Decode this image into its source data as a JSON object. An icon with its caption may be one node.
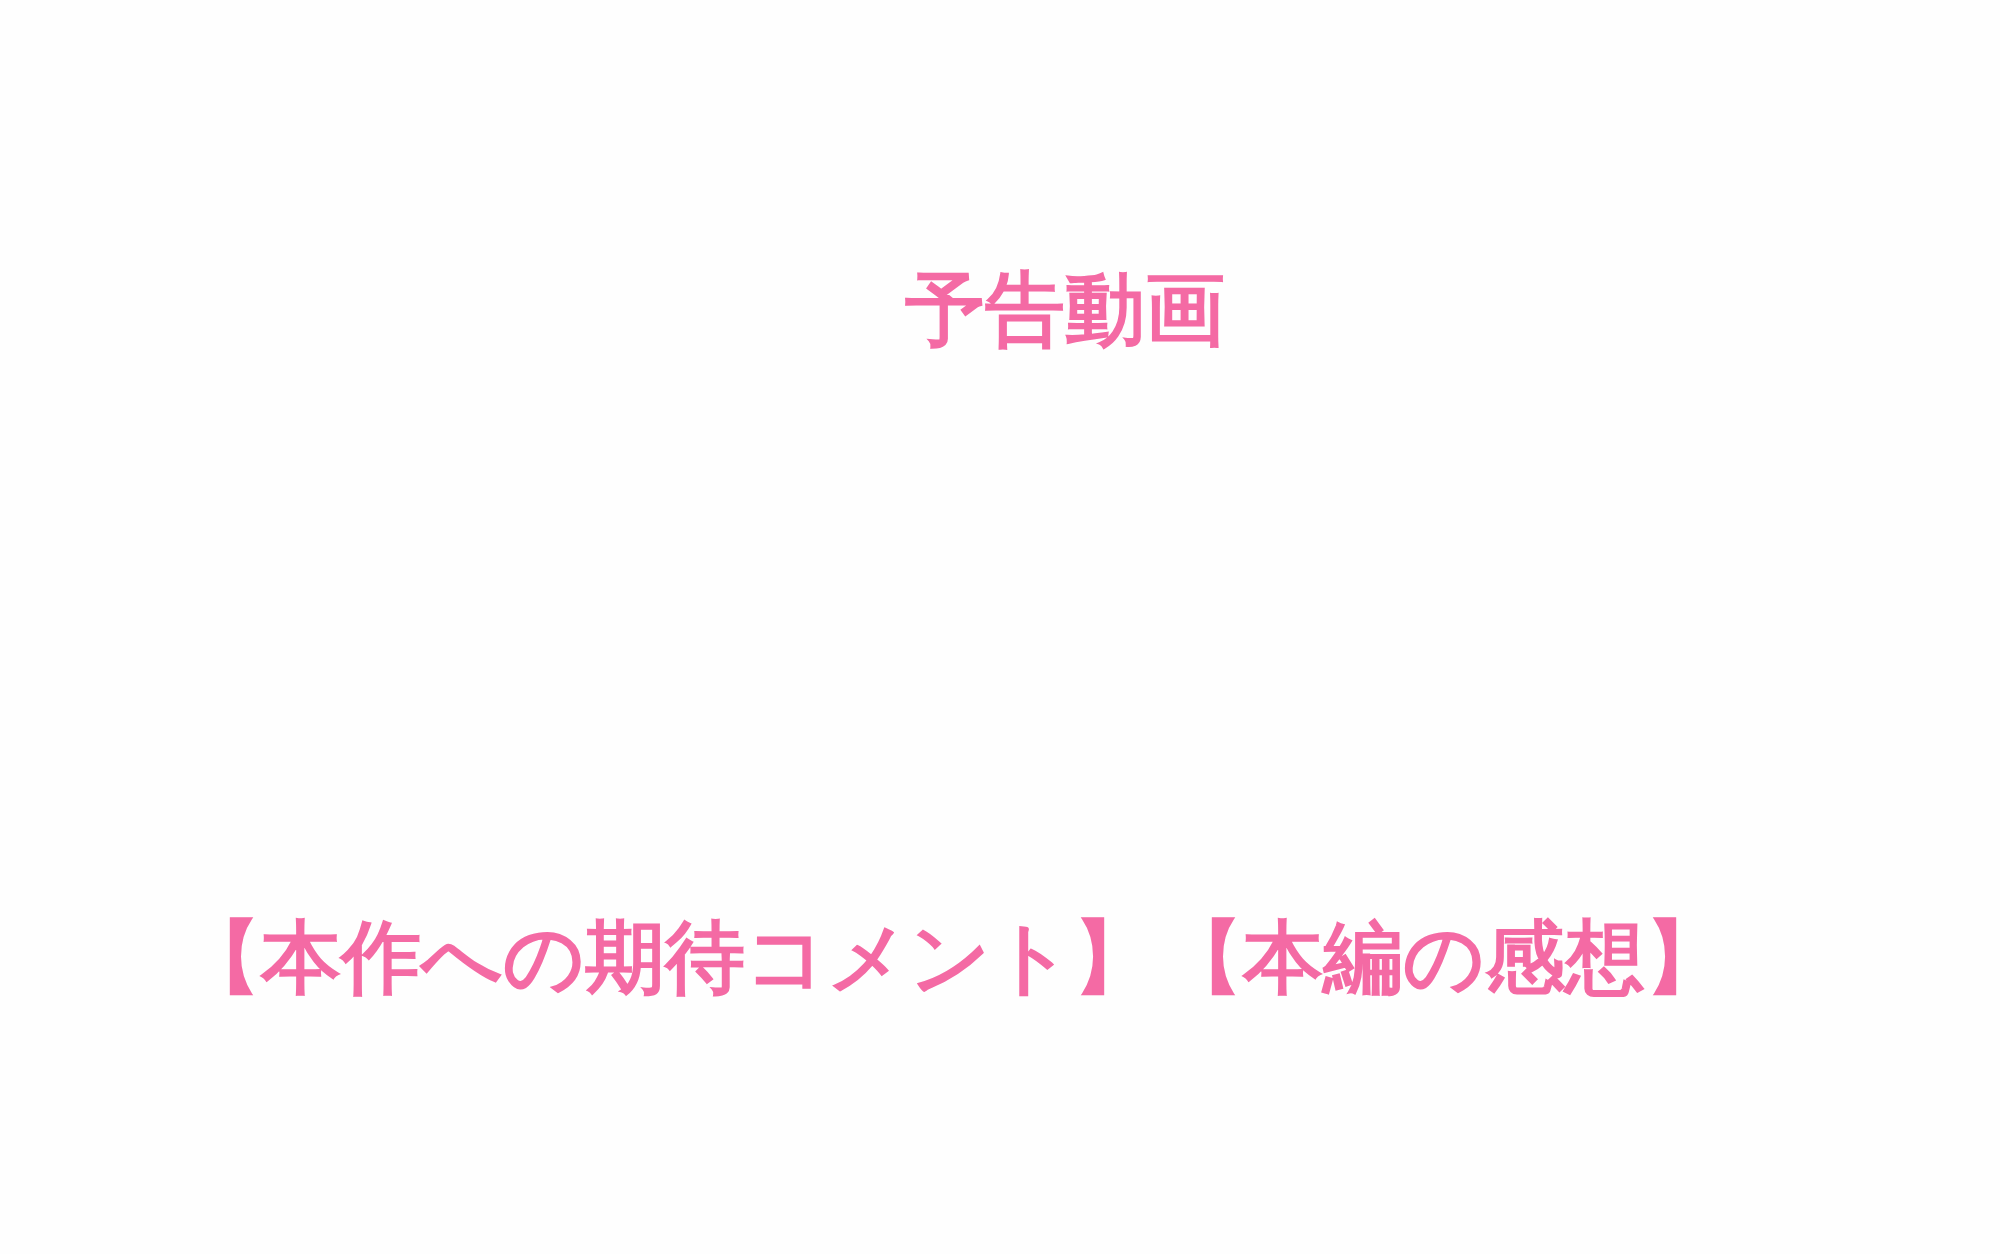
{
  "diagram": {
    "labels": [
      "予告動画",
      "【本作への期待コメント】",
      "【本編の感想】"
    ]
  }
}
